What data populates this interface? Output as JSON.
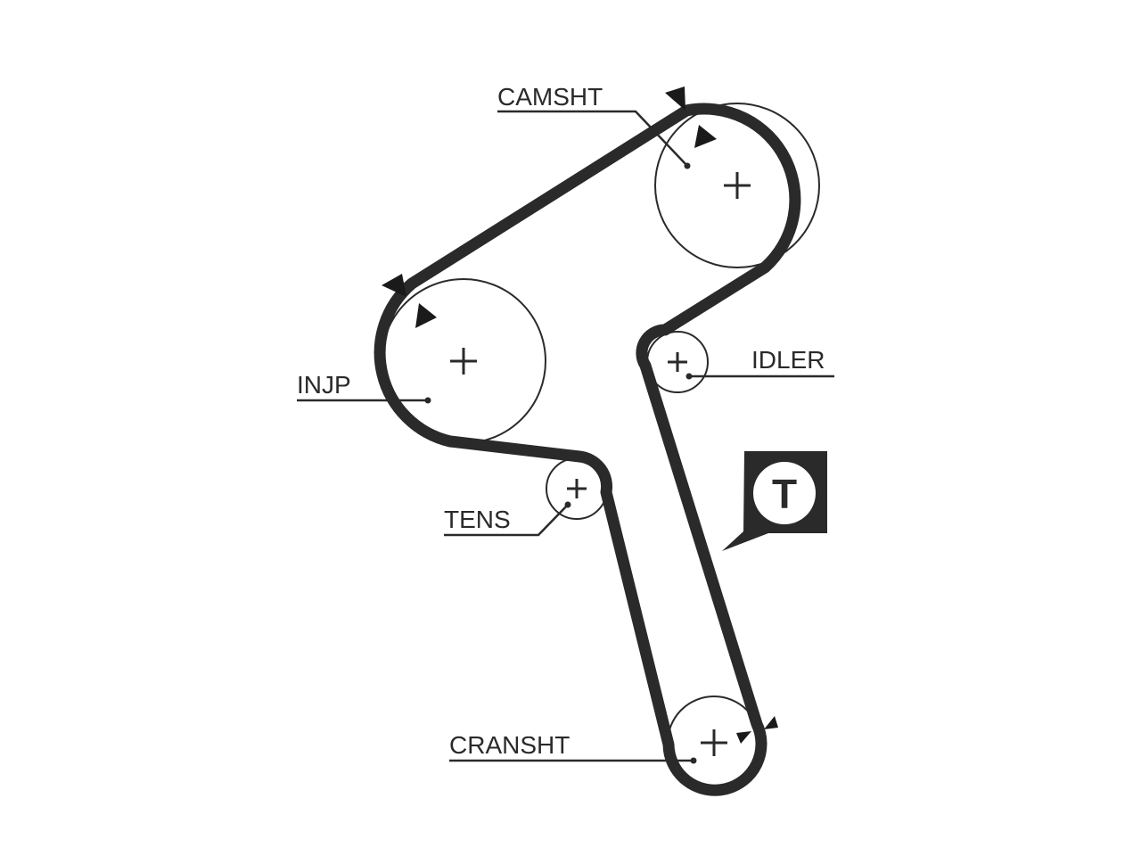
{
  "labels": {
    "camshaft": "CAMSHT",
    "injection_pump": "INJP",
    "idler": "IDLER",
    "tensioner": "TENS",
    "crankshaft": "CRANSHT"
  },
  "badge": {
    "letter": "T"
  },
  "colors": {
    "line": "#2a2a2a",
    "background": "#ffffff"
  },
  "icons": {
    "timing_mark": "triangle-marker-icon",
    "tensioner_badge": "tensioner-badge-icon"
  }
}
